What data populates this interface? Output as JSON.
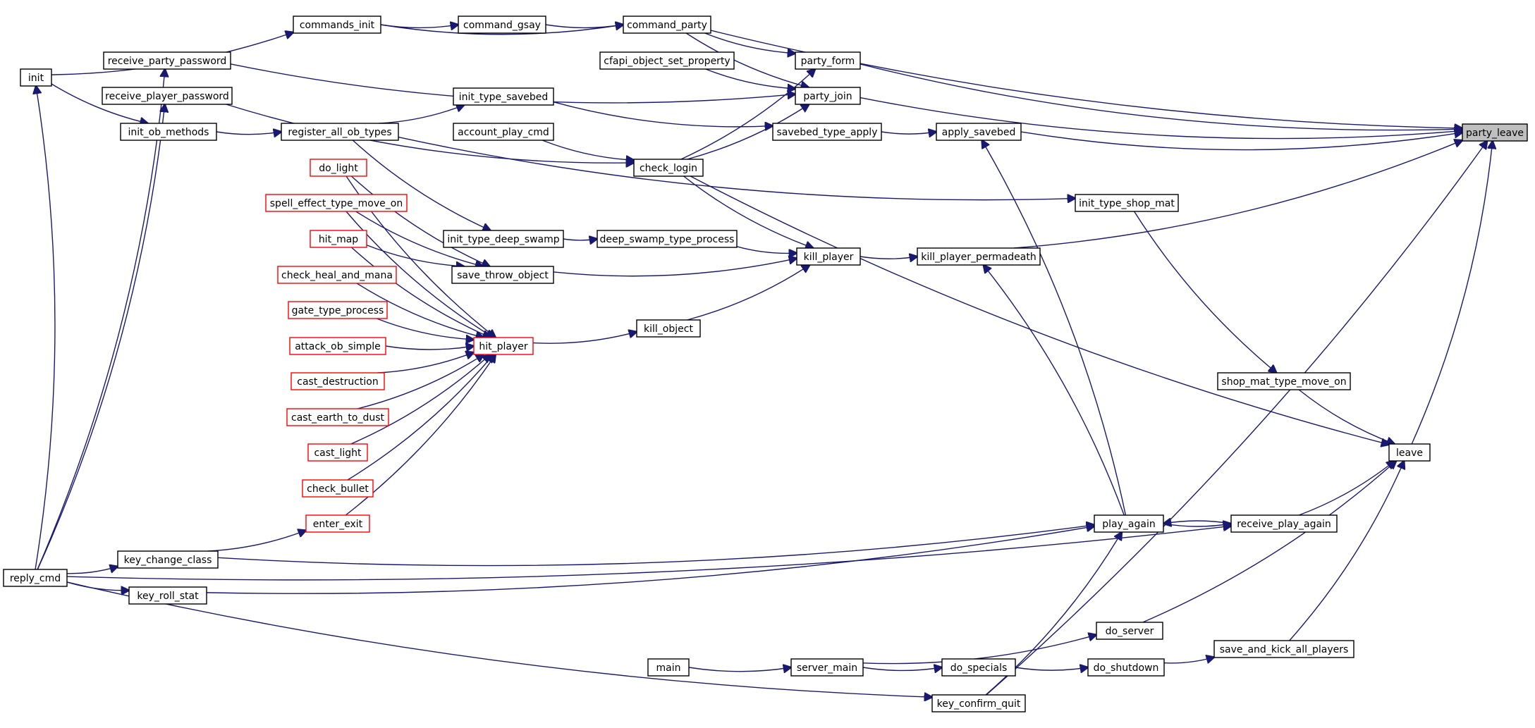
{
  "nodes": {
    "party_leave": "party_leave",
    "init": "init",
    "reply_cmd": "reply_cmd",
    "commands_init": "commands_init",
    "command_gsay": "command_gsay",
    "command_party": "command_party",
    "receive_party_password": "receive_party_password",
    "receive_player_password": "receive_player_password",
    "init_ob_methods": "init_ob_methods",
    "register_all_ob_types": "register_all_ob_types",
    "init_type_savebed": "init_type_savebed",
    "account_play_cmd": "account_play_cmd",
    "cfapi_object_set_property": "cfapi_object_set_property",
    "party_form": "party_form",
    "party_join": "party_join",
    "savebed_type_apply": "savebed_type_apply",
    "apply_savebed": "apply_savebed",
    "check_login": "check_login",
    "do_light": "do_light",
    "spell_effect_type_move_on": "spell_effect_type_move_on",
    "hit_map": "hit_map",
    "check_heal_and_mana": "check_heal_and_mana",
    "gate_type_process": "gate_type_process",
    "attack_ob_simple": "attack_ob_simple",
    "cast_destruction": "cast_destruction",
    "cast_earth_to_dust": "cast_earth_to_dust",
    "cast_light": "cast_light",
    "check_bullet": "check_bullet",
    "enter_exit": "enter_exit",
    "init_type_deep_swamp": "init_type_deep_swamp",
    "deep_swamp_type_process": "deep_swamp_type_process",
    "save_throw_object": "save_throw_object",
    "hit_player": "hit_player",
    "kill_object": "kill_object",
    "kill_player": "kill_player",
    "kill_player_permadeath": "kill_player_permadeath",
    "init_type_shop_mat": "init_type_shop_mat",
    "shop_mat_type_move_on": "shop_mat_type_move_on",
    "leave": "leave",
    "play_again": "play_again",
    "receive_play_again": "receive_play_again",
    "key_change_class": "key_change_class",
    "key_roll_stat": "key_roll_stat",
    "do_server": "do_server",
    "save_and_kick_all_players": "save_and_kick_all_players",
    "main": "main",
    "server_main": "server_main",
    "do_specials": "do_specials",
    "do_shutdown": "do_shutdown",
    "key_confirm_quit": "key_confirm_quit"
  },
  "red_nodes": [
    "do_light",
    "spell_effect_type_move_on",
    "hit_map",
    "check_heal_and_mana",
    "gate_type_process",
    "attack_ob_simple",
    "cast_destruction",
    "cast_earth_to_dust",
    "cast_light",
    "check_bullet",
    "enter_exit",
    "hit_player"
  ],
  "highlighted_node": "party_leave",
  "edges": [
    [
      "init",
      "commands_init"
    ],
    [
      "init",
      "init_ob_methods"
    ],
    [
      "commands_init",
      "command_gsay"
    ],
    [
      "commands_init",
      "command_party"
    ],
    [
      "command_gsay",
      "command_party"
    ],
    [
      "command_party",
      "party_leave"
    ],
    [
      "command_party",
      "party_form"
    ],
    [
      "command_party",
      "party_join"
    ],
    [
      "party_form",
      "party_leave"
    ],
    [
      "party_join",
      "party_leave"
    ],
    [
      "receive_party_password",
      "party_join"
    ],
    [
      "cfapi_object_set_property",
      "party_join"
    ],
    [
      "check_login",
      "party_form"
    ],
    [
      "check_login",
      "party_join"
    ],
    [
      "check_login",
      "kill_player"
    ],
    [
      "check_login",
      "leave"
    ],
    [
      "receive_player_password",
      "check_login"
    ],
    [
      "account_play_cmd",
      "check_login"
    ],
    [
      "reply_cmd",
      "receive_party_password"
    ],
    [
      "reply_cmd",
      "receive_player_password"
    ],
    [
      "reply_cmd",
      "init"
    ],
    [
      "reply_cmd",
      "key_change_class"
    ],
    [
      "reply_cmd",
      "key_roll_stat"
    ],
    [
      "reply_cmd",
      "receive_play_again"
    ],
    [
      "reply_cmd",
      "key_confirm_quit"
    ],
    [
      "init_ob_methods",
      "register_all_ob_types"
    ],
    [
      "register_all_ob_types",
      "init_type_savebed"
    ],
    [
      "register_all_ob_types",
      "init_type_deep_swamp"
    ],
    [
      "register_all_ob_types",
      "init_type_shop_mat"
    ],
    [
      "init_type_savebed",
      "savebed_type_apply"
    ],
    [
      "savebed_type_apply",
      "apply_savebed"
    ],
    [
      "apply_savebed",
      "party_leave"
    ],
    [
      "init_type_deep_swamp",
      "deep_swamp_type_process"
    ],
    [
      "deep_swamp_type_process",
      "kill_player"
    ],
    [
      "save_throw_object",
      "kill_player"
    ],
    [
      "kill_object",
      "kill_player"
    ],
    [
      "kill_player",
      "kill_player_permadeath"
    ],
    [
      "kill_player_permadeath",
      "party_leave"
    ],
    [
      "do_light",
      "save_throw_object"
    ],
    [
      "spell_effect_type_move_on",
      "save_throw_object"
    ],
    [
      "hit_map",
      "save_throw_object"
    ],
    [
      "do_light",
      "hit_player"
    ],
    [
      "spell_effect_type_move_on",
      "hit_player"
    ],
    [
      "hit_map",
      "hit_player"
    ],
    [
      "check_heal_and_mana",
      "hit_player"
    ],
    [
      "gate_type_process",
      "hit_player"
    ],
    [
      "attack_ob_simple",
      "hit_player"
    ],
    [
      "cast_destruction",
      "hit_player"
    ],
    [
      "cast_earth_to_dust",
      "hit_player"
    ],
    [
      "cast_light",
      "hit_player"
    ],
    [
      "check_bullet",
      "hit_player"
    ],
    [
      "enter_exit",
      "hit_player"
    ],
    [
      "hit_player",
      "kill_object"
    ],
    [
      "key_change_class",
      "enter_exit"
    ],
    [
      "init_type_shop_mat",
      "shop_mat_type_move_on"
    ],
    [
      "shop_mat_type_move_on",
      "leave"
    ],
    [
      "leave",
      "party_leave"
    ],
    [
      "receive_play_again",
      "leave"
    ],
    [
      "receive_play_again",
      "play_again"
    ],
    [
      "play_again",
      "receive_play_again"
    ],
    [
      "play_again",
      "apply_savebed"
    ],
    [
      "play_again",
      "kill_player_permadeath"
    ],
    [
      "key_change_class",
      "play_again"
    ],
    [
      "key_roll_stat",
      "play_again"
    ],
    [
      "do_server",
      "leave"
    ],
    [
      "server_main",
      "do_server"
    ],
    [
      "main",
      "server_main"
    ],
    [
      "server_main",
      "do_specials"
    ],
    [
      "do_specials",
      "do_shutdown"
    ],
    [
      "do_shutdown",
      "save_and_kick_all_players"
    ],
    [
      "save_and_kick_all_players",
      "leave"
    ],
    [
      "key_confirm_quit",
      "play_again"
    ],
    [
      "key_confirm_quit",
      "party_leave"
    ]
  ]
}
